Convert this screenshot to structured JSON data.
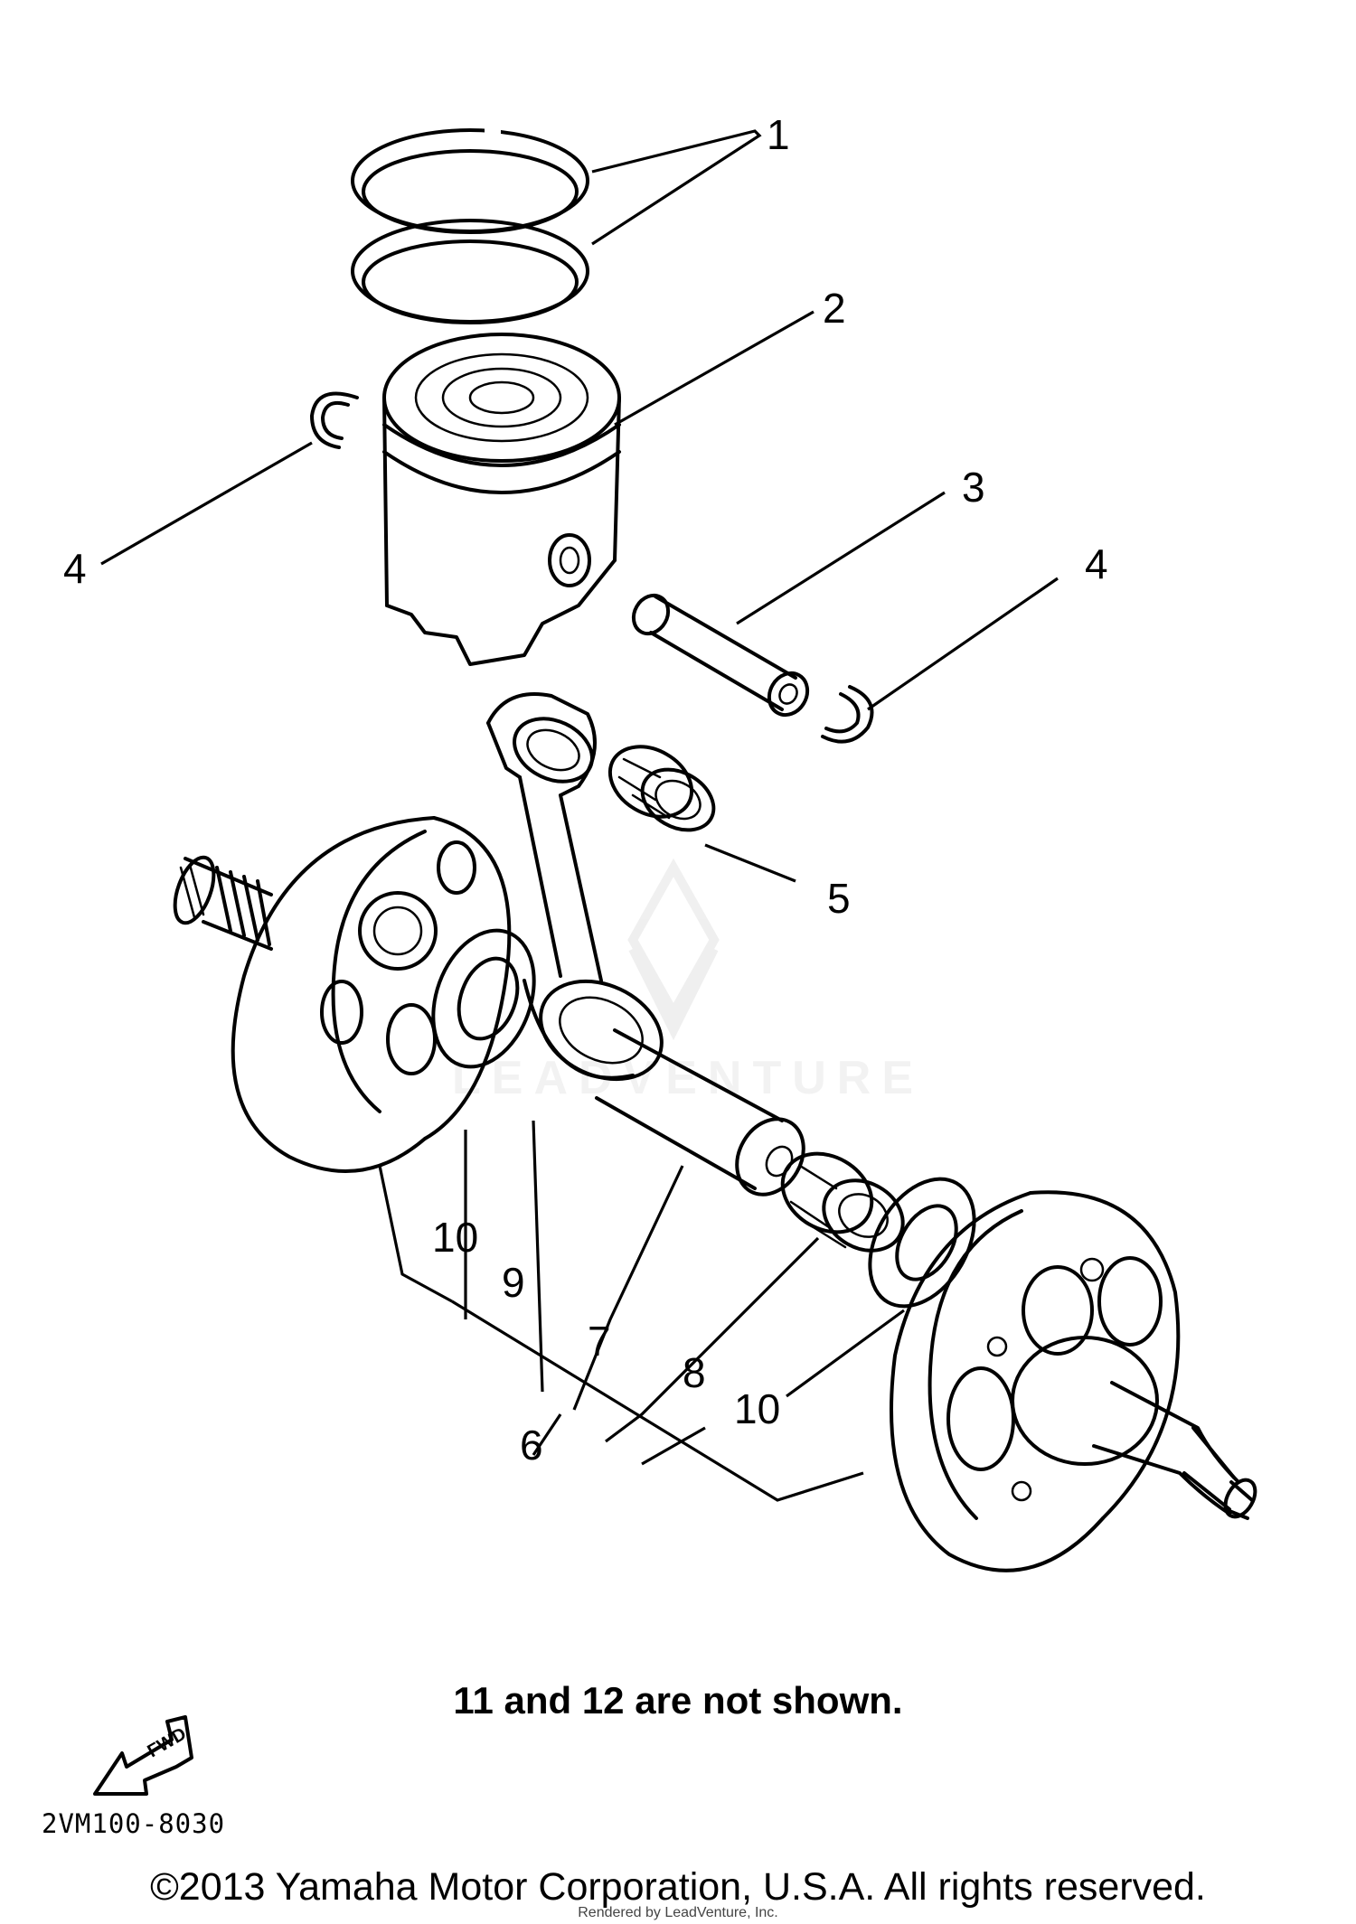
{
  "callouts": [
    {
      "id": "c1",
      "label": "1"
    },
    {
      "id": "c2",
      "label": "2"
    },
    {
      "id": "c3",
      "label": "3"
    },
    {
      "id": "c4a",
      "label": "4"
    },
    {
      "id": "c4b",
      "label": "4"
    },
    {
      "id": "c5",
      "label": "5"
    },
    {
      "id": "c6",
      "label": "6"
    },
    {
      "id": "c7",
      "label": "7"
    },
    {
      "id": "c8",
      "label": "8"
    },
    {
      "id": "c9",
      "label": "9"
    },
    {
      "id": "c10a",
      "label": "10"
    },
    {
      "id": "c10b",
      "label": "10"
    }
  ],
  "note": "11 and 12 are not shown.",
  "fwd_label": "FWD",
  "diagram_code": "2VM100-8030",
  "copyright": "©2013 Yamaha Motor Corporation, U.S.A. All rights reserved.",
  "watermark": "LEADVENTURE",
  "rendered_by": "Rendered by LeadVenture, Inc."
}
